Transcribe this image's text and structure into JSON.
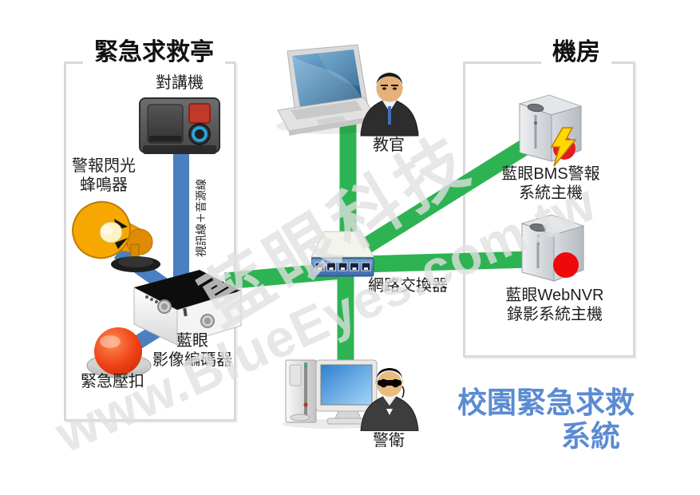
{
  "kiosk_box": {
    "title": "緊急求救亭",
    "intercom_label": "對講機",
    "strobe_label_line1": "警報閃光",
    "strobe_label_line2": "蜂鳴器",
    "cable_label": "視訊線＋音源線",
    "encoder_label_line1": "藍眼",
    "encoder_label_line2": "影像編碼器",
    "button_label": "緊急壓扣"
  },
  "server_room_box": {
    "title": "機房",
    "bms_label_line1": "藍眼BMS警報",
    "bms_label_line2": "系統主機",
    "nvr_label_line1": "藍眼WebNVR",
    "nvr_label_line2": "錄影系統主機"
  },
  "center": {
    "instructor_label": "教官",
    "switch_label": "網路交換器",
    "guard_label": "警衛"
  },
  "watermark": {
    "line1": "藍眼科技",
    "line2": "www.BlueEyes.com.tw"
  },
  "caption": {
    "line1": "校園緊急求救",
    "line2": "系統",
    "color": "#5b8bd2"
  },
  "colors": {
    "network_line": "#2db352",
    "cable_line": "#4b7fc0"
  }
}
